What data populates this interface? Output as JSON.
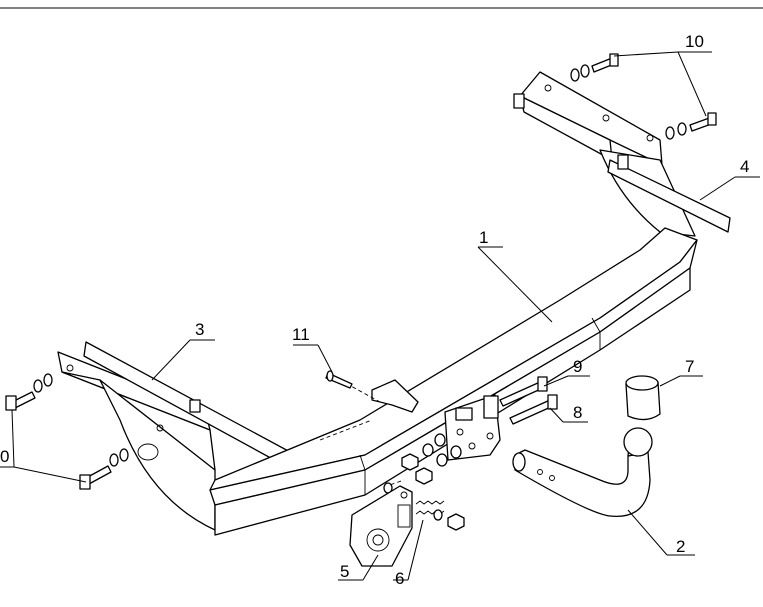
{
  "diagram": {
    "callouts": {
      "c1": "1",
      "c2": "2",
      "c3": "3",
      "c4": "4",
      "c5": "5",
      "c6": "6",
      "c7": "7",
      "c8": "8",
      "c9": "9",
      "c10_top": "10",
      "c10_left": "0",
      "c11": "11"
    }
  }
}
